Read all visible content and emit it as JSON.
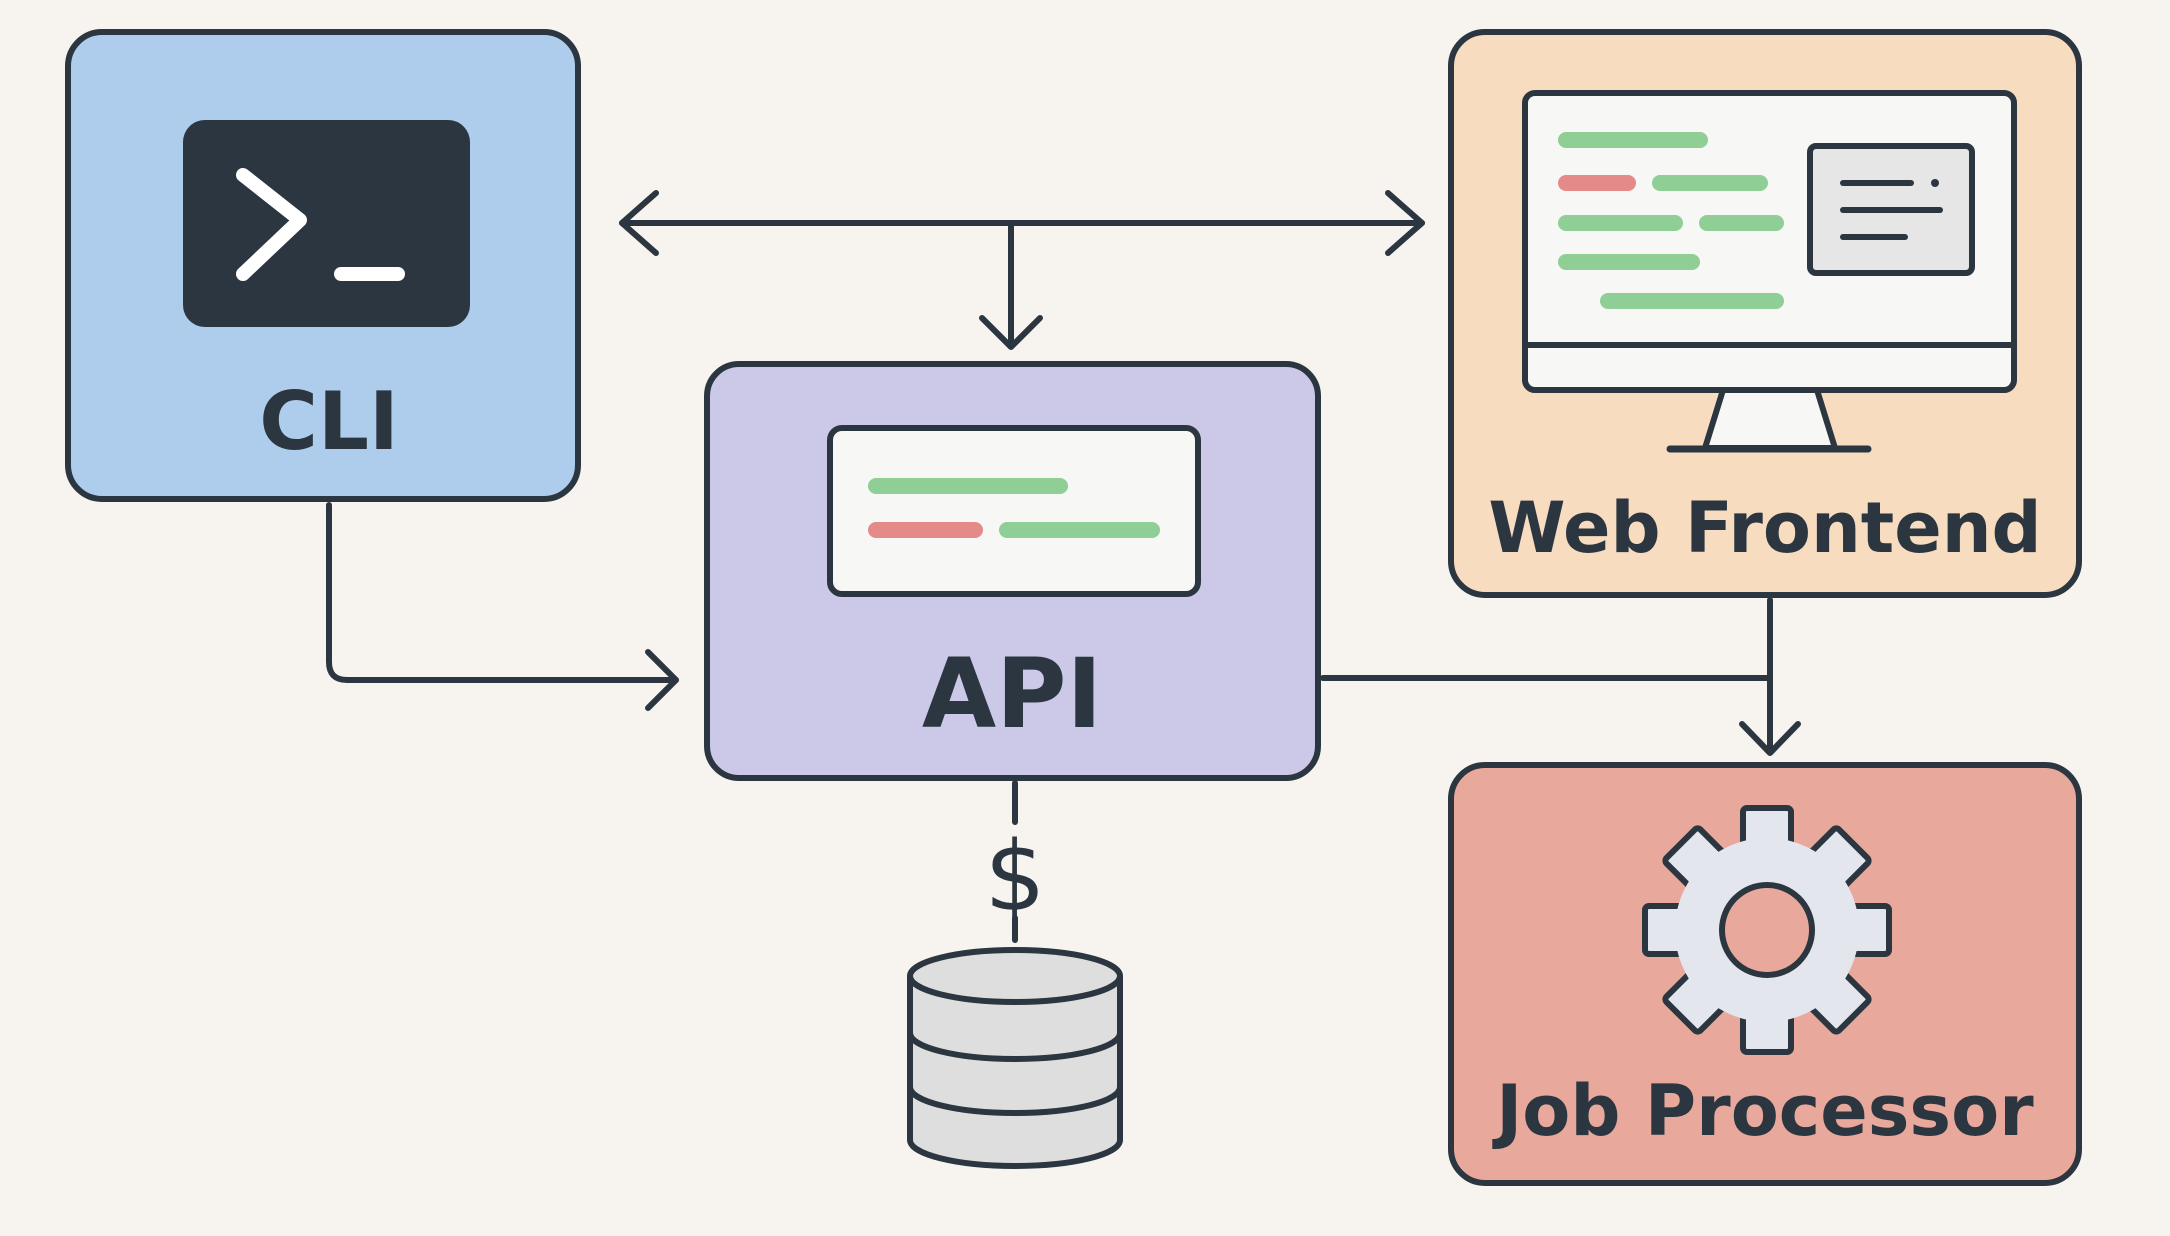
{
  "colors": {
    "background": "#f7f4ef",
    "stroke": "#2b3640",
    "cli_fill": "#aecdec",
    "api_fill": "#cbc9e7",
    "web_fill": "#f7dcc0",
    "job_fill": "#e9a89c",
    "code_green": "#8fcf95",
    "code_red": "#e48a88",
    "gear_fill": "#e3e6ec",
    "db_fill": "#dedede",
    "terminal_fill": "#2b3640"
  },
  "nodes": {
    "cli": {
      "label": "CLI",
      "icon": "terminal-icon"
    },
    "api": {
      "label": "API",
      "icon": "code-window-icon"
    },
    "web": {
      "label": "Web Frontend",
      "icon": "monitor-icon"
    },
    "job": {
      "label": "Job Processor",
      "icon": "gear-icon"
    },
    "db": {
      "icon": "database-icon"
    }
  },
  "connector_symbol": "$",
  "edges": [
    {
      "from": "cli",
      "to": "web",
      "type": "bidirectional"
    },
    {
      "from": "cli-web-link",
      "to": "api",
      "type": "arrow"
    },
    {
      "from": "cli",
      "to": "api",
      "type": "arrow"
    },
    {
      "from": "api",
      "to": "job",
      "type": "arrow"
    },
    {
      "from": "web",
      "to": "job",
      "type": "arrow"
    },
    {
      "from": "api",
      "to": "db",
      "type": "line"
    }
  ]
}
